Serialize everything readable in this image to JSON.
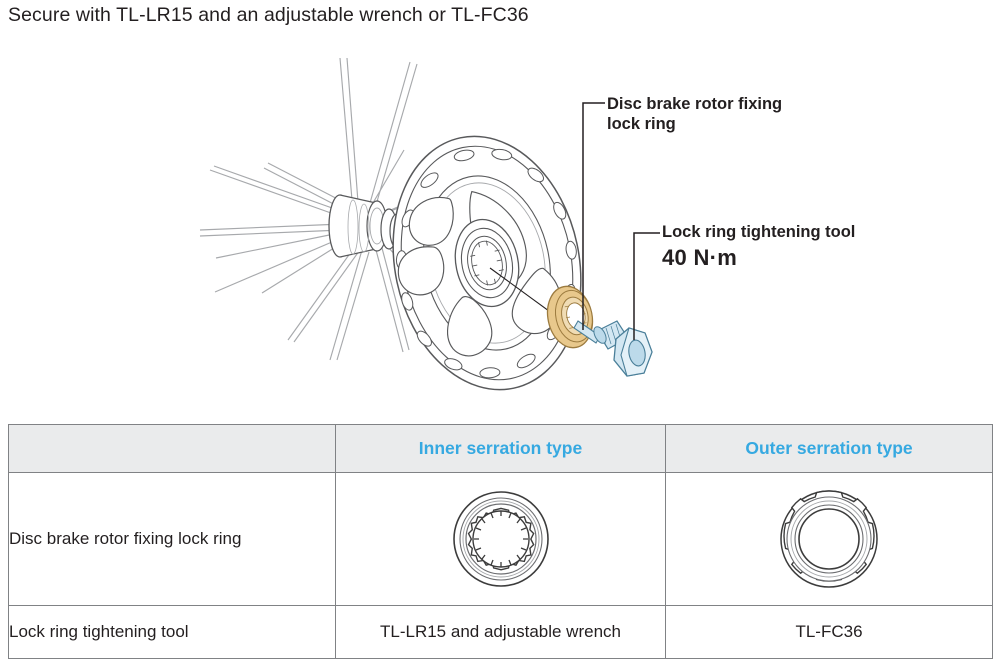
{
  "page": {
    "title": "Secure with TL-LR15 and an adjustable wrench or TL-FC36"
  },
  "illustration": {
    "name": "bicycle-wheel-hub-rotor-lockring-exploded-view",
    "callouts": [
      {
        "id": "rotor-lock-ring",
        "label": "Disc brake rotor fixing lock ring",
        "line1": "Disc brake rotor fixing",
        "line2": "lock ring"
      },
      {
        "id": "lock-ring-tool",
        "label": "Lock ring tightening tool",
        "torque": "40 N·m"
      }
    ],
    "colors": {
      "lockring_fill": "#e8c88c",
      "lockring_stroke": "#9c7b3f",
      "tool_fill": "#d3e7f2",
      "tool_stroke": "#4a7f99",
      "linework": "#58595b",
      "linework_light": "#a7a9ac"
    }
  },
  "table": {
    "header": {
      "blank": "",
      "columns": [
        "Inner serration type",
        "Outer serration type"
      ],
      "accent_color": "#36a9e1",
      "background": "#eaebec"
    },
    "rows": [
      {
        "label": "Disc brake rotor fixing lock ring",
        "inner": "inner-serration-lock-ring-icon",
        "outer": "outer-serration-lock-ring-icon",
        "type": "image"
      },
      {
        "label": "Lock ring tightening tool",
        "inner": "TL-LR15 and adjustable wrench",
        "outer": "TL-FC36",
        "type": "text"
      }
    ]
  }
}
